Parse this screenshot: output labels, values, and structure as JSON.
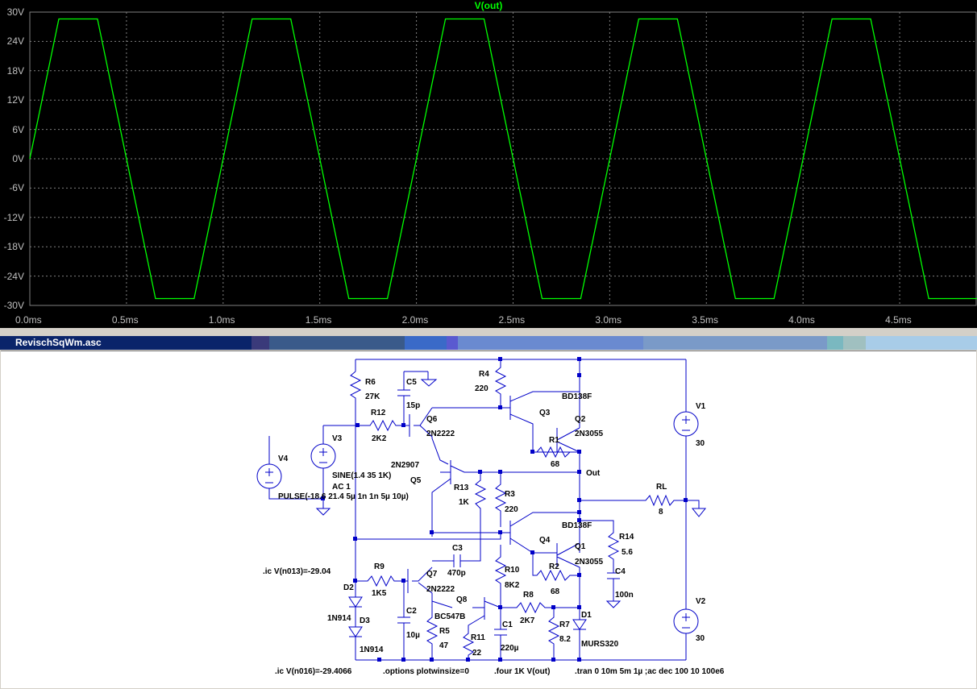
{
  "plot": {
    "trace_name": "V(out)",
    "trace_color": "#00ff00",
    "y_ticks": [
      "30V",
      "24V",
      "18V",
      "12V",
      "6V",
      "0V",
      "-6V",
      "-12V",
      "-18V",
      "-24V",
      "-30V"
    ],
    "x_ticks": [
      "0.0ms",
      "0.5ms",
      "1.0ms",
      "1.5ms",
      "2.0ms",
      "2.5ms",
      "3.0ms",
      "3.5ms",
      "4.0ms",
      "4.5ms"
    ]
  },
  "chart_data": {
    "type": "line",
    "title": "V(out)",
    "xlabel": "",
    "ylabel": "",
    "xlim": [
      0,
      4.9
    ],
    "ylim": [
      -30,
      30
    ],
    "x_unit": "ms",
    "y_unit": "V",
    "grid": true,
    "series": [
      {
        "name": "V(out)",
        "color": "#00ff00",
        "x": [
          0,
          0.15,
          0.35,
          0.5,
          0.65,
          0.85,
          1.0,
          1.15,
          1.35,
          1.5,
          1.65,
          1.85,
          2.0,
          2.15,
          2.35,
          2.5,
          2.65,
          2.85,
          3.0,
          3.15,
          3.35,
          3.5,
          3.65,
          3.85,
          4.0,
          4.15,
          4.35,
          4.5,
          4.65,
          4.85,
          4.9
        ],
        "y": [
          0,
          28.6,
          28.6,
          0,
          -28.6,
          -28.6,
          0,
          28.6,
          28.6,
          0,
          -28.6,
          -28.6,
          0,
          28.6,
          28.6,
          0,
          -28.6,
          -28.6,
          0,
          28.6,
          28.6,
          0,
          -28.6,
          -28.6,
          0,
          28.6,
          28.6,
          0,
          -28.6,
          -28.6,
          -28.6
        ]
      }
    ]
  },
  "window": {
    "title": "RevischSqWm.asc"
  },
  "schematic": {
    "labels": {
      "R6": "R6",
      "R6v": "27K",
      "C5": "C5",
      "C5v": "15p",
      "R4": "R4",
      "R4v": "220",
      "BD138F_top": "BD138F",
      "Q3": "Q3",
      "Q2": "Q2",
      "Q2v": "2N3055",
      "R12": "R12",
      "R12v": "2K2",
      "Q6": "Q6",
      "Q6v": "2N2222",
      "R1": "R1",
      "R1v": "68",
      "V1": "V1",
      "V1v": "30",
      "V3": "V3",
      "V4": "V4",
      "Q5v": "2N2907",
      "Q5": "Q5",
      "sine": "SINE(1.4 35 1K)",
      "ac": "AC 1",
      "pulse": "PULSE(-18.6 21.4 5µ 1n 1n 5µ 10µ)",
      "out": "Out",
      "R13": "R13",
      "R13v": "1K",
      "R3": "R3",
      "R3v": "220",
      "RL": "RL",
      "RLv": "8",
      "BD138F_bot": "BD138F",
      "Q4": "Q4",
      "R14": "R14",
      "R14v": "5.6",
      "C3": "C3",
      "C3v": "470p",
      "Q1": "Q1",
      "Q1v": "2N3055",
      "ic1": ".ic V(n013)=-29.04",
      "R9": "R9",
      "R9v": "1K5",
      "Q7": "Q7",
      "Q7v": "2N2222",
      "R10": "R10",
      "R10v": "8K2",
      "R2": "R2",
      "R2v": "68",
      "C4": "C4",
      "C4v": "100n",
      "D2": "D2",
      "C2": "C2",
      "Q8": "Q8",
      "R8": "R8",
      "R8v": "2K7",
      "V2": "V2",
      "V2v": "30",
      "D1": "D1",
      "d1914a": "1N914",
      "D3": "D3",
      "BC547B": "BC547B",
      "C1": "C1",
      "R7": "R7",
      "R7v": "8.2",
      "C2v": "10µ",
      "R5": "R5",
      "R5v": "47",
      "R11": "R11",
      "R11v": "22",
      "C1v": "220µ",
      "MURS320": "MURS320",
      "d1914b": "1N914",
      "ic2": ".ic V(n016)=-29.4066",
      "opts": ".options plotwinsize=0",
      "four": ".four 1K V(out)",
      "tran": ".tran 0 10m 5m 1µ  ;ac dec 100 10 100e6"
    }
  }
}
